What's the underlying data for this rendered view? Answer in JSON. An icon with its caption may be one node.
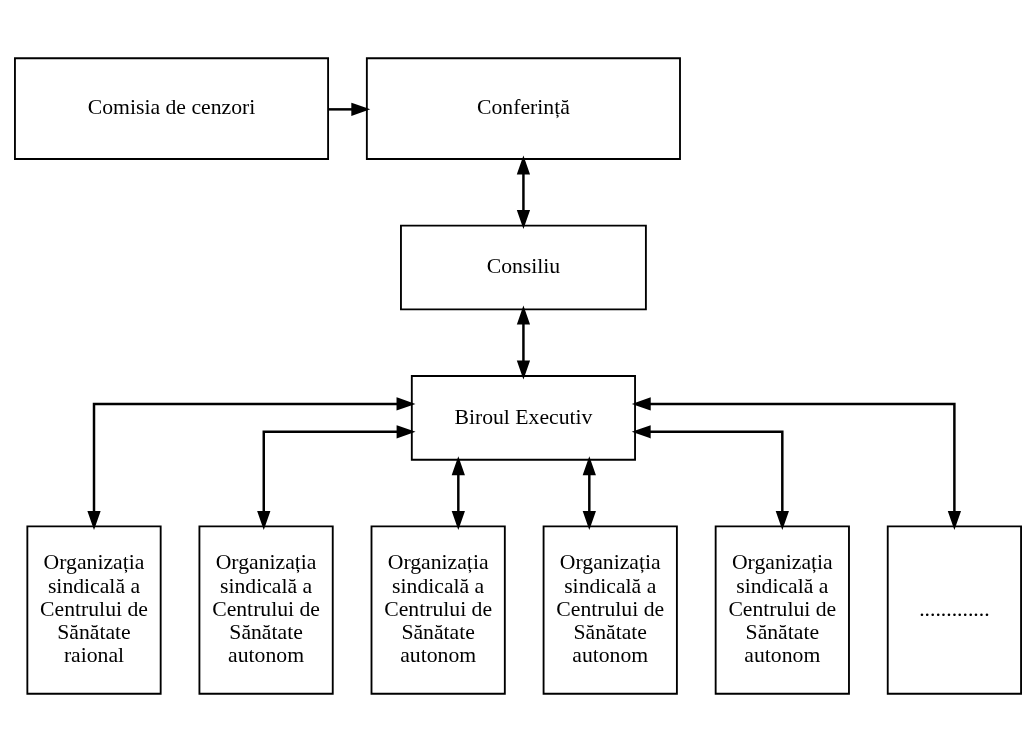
{
  "diagram": {
    "nodes": [
      {
        "text": [
          "Conferință"
        ]
      },
      {
        "text": [
          "Comisia de cenzori"
        ]
      },
      {
        "text": [
          "Consiliu"
        ]
      },
      {
        "text": [
          "Biroul Executiv"
        ]
      },
      {
        "text": [
          "Organizația sindicală a Centrului de Sănătate raional"
        ]
      },
      {
        "text": [
          "Organizația sindicală a Centrului de Sănătate autonom"
        ]
      },
      {
        "text": [
          "Organizația sindicală a Centrului de Sănătate autonom"
        ]
      },
      {
        "text": [
          "Organizația sindicală a Centrului de Sănătate autonom"
        ]
      },
      {
        "text": [
          "Organizația sindicală a Centrului de Sănătate autonom"
        ]
      },
      {
        "text": [
          "............."
        ]
      }
    ],
    "edges": [
      {
        "from": 1,
        "to": 0,
        "arrow": "to"
      },
      {
        "from": 0,
        "to": 2,
        "arrow": "both"
      },
      {
        "from": 2,
        "to": 3,
        "arrow": "both"
      },
      {
        "from": 3,
        "to": 4,
        "arrow": "both"
      },
      {
        "from": 3,
        "to": 5,
        "arrow": "both"
      },
      {
        "from": 3,
        "to": 6,
        "arrow": "both"
      },
      {
        "from": 3,
        "to": 7,
        "arrow": "both"
      },
      {
        "from": 3,
        "to": 8,
        "arrow": "both"
      },
      {
        "from": 3,
        "to": 9,
        "arrow": "both"
      }
    ]
  }
}
